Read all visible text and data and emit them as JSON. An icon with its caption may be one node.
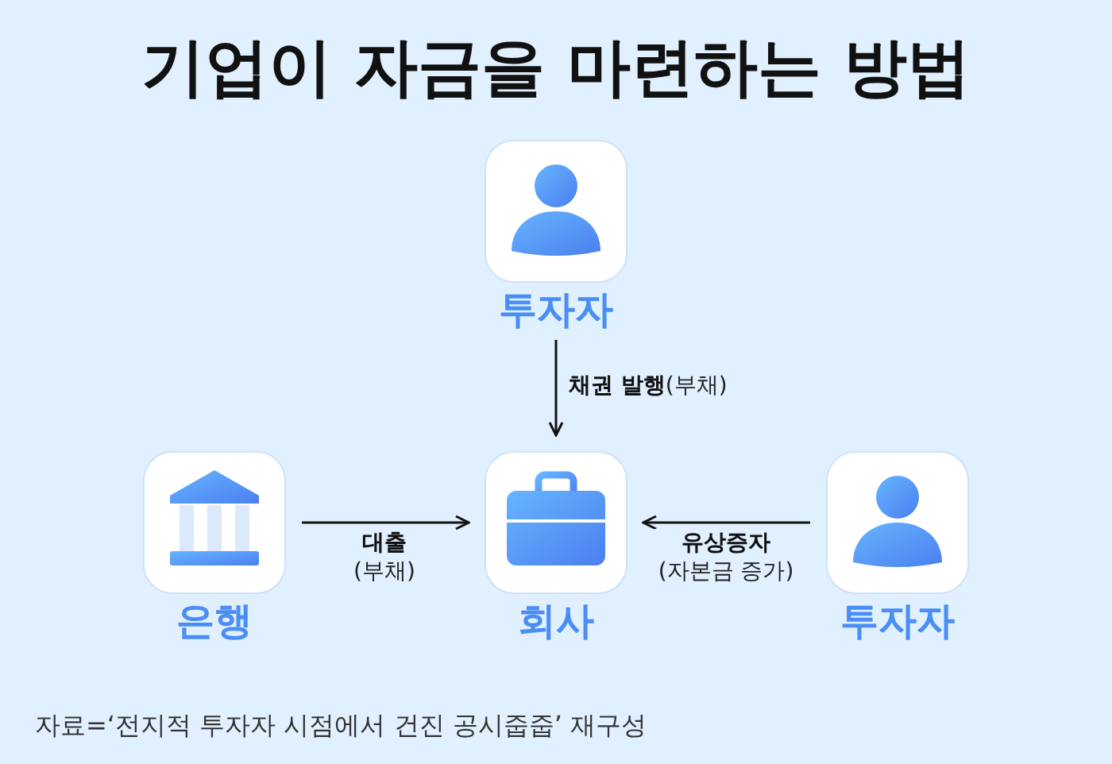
{
  "diagram": {
    "title": "기업이 자금을 마련하는 방법",
    "nodes": [
      {
        "text": [
          "투자자"
        ]
      },
      {
        "text": [
          "은행"
        ]
      },
      {
        "text": [
          "회사"
        ]
      },
      {
        "text": [
          "투자자"
        ]
      }
    ],
    "edges": [
      {
        "from": 0,
        "to": 2,
        "arrow": "to",
        "label": "**채권 발행**(부채)"
      },
      {
        "from": 1,
        "to": 2,
        "arrow": "to",
        "label": "**대출** (부채)"
      },
      {
        "from": 3,
        "to": 2,
        "arrow": "to",
        "label": "**유상증자** (자본금 증가)"
      }
    ],
    "labels": [
      "자료=‘전지적 투자자 시점에서 건진 공시줍줍’ 재구성"
    ]
  }
}
